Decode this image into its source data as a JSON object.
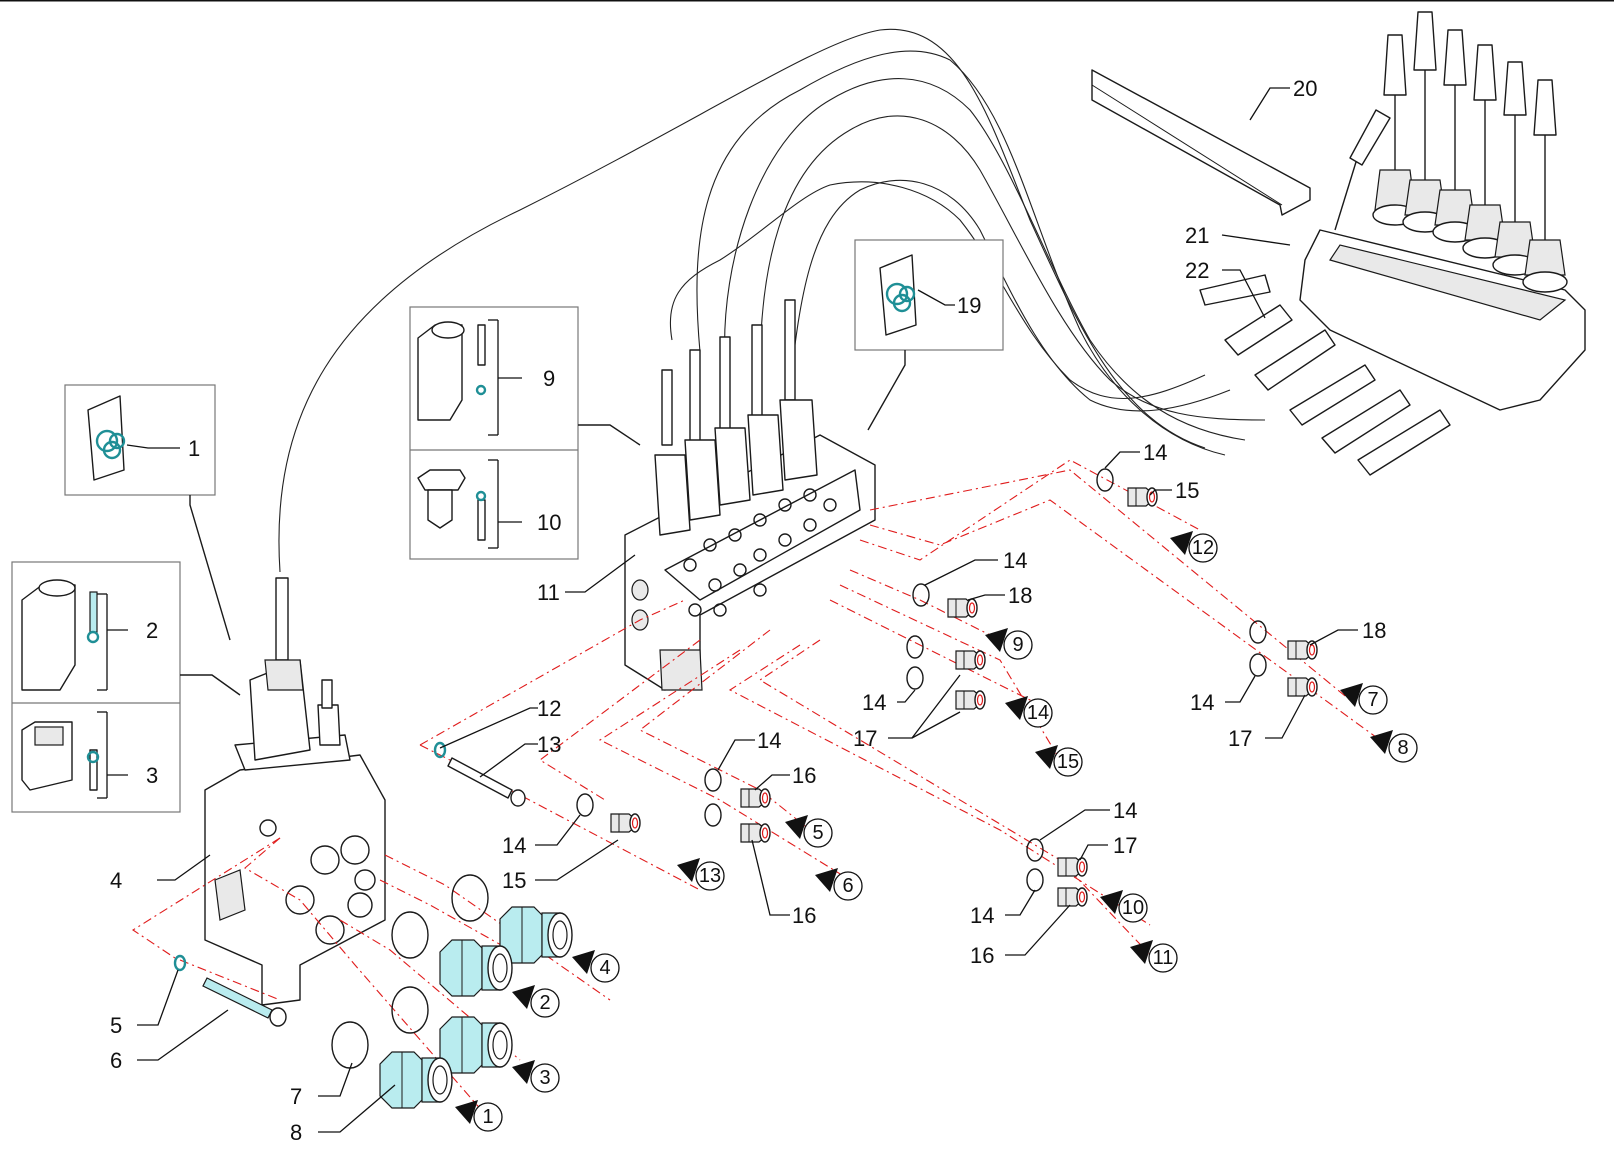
{
  "labels": {
    "l1": "1",
    "l2": "2",
    "l3": "3",
    "l4": "4",
    "l5": "5",
    "l6": "6",
    "l7": "7",
    "l8": "8",
    "l9": "9",
    "l10": "10",
    "l11": "11",
    "l12": "12",
    "l13": "13",
    "l14a": "14",
    "l14b": "14",
    "l14c": "14",
    "l14d": "14",
    "l14e": "14",
    "l14f": "14",
    "l14g": "14",
    "l14h": "14",
    "l14i": "14",
    "l15a": "15",
    "l15b": "15",
    "l16a": "16",
    "l16b": "16",
    "l16c": "16",
    "l17a": "17",
    "l17b": "17",
    "l17c": "17",
    "l18a": "18",
    "l18b": "18",
    "l19": "19",
    "l20": "20",
    "l21": "21",
    "l22": "22"
  },
  "markers": {
    "m1": "1",
    "m2": "2",
    "m3": "3",
    "m4": "4",
    "m5": "5",
    "m6": "6",
    "m7": "7",
    "m8": "8",
    "m9": "9",
    "m10": "10",
    "m11": "11",
    "m12": "12",
    "m13": "13",
    "m14": "14",
    "m15": "15"
  },
  "colors": {
    "dash_line": "#e01b1b",
    "highlight": "#b9ecef",
    "oring": "#1f8f96"
  }
}
